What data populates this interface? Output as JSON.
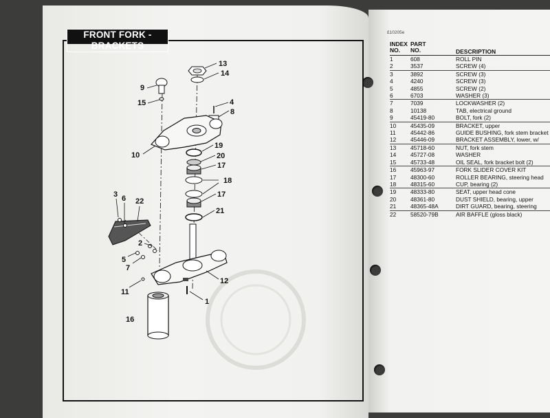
{
  "left_page": {
    "title": "FRONT FORK - BRACKETS",
    "callouts": [
      "13",
      "14",
      "9",
      "15",
      "4",
      "8",
      "10",
      "19",
      "20",
      "17",
      "18",
      "17",
      "21",
      "3",
      "6",
      "22",
      "2",
      "5",
      "7",
      "11",
      "12",
      "1",
      "16"
    ]
  },
  "right_page": {
    "doc_id": "£10205e",
    "table": {
      "headers": {
        "index": [
          "INDEX",
          "NO."
        ],
        "part": [
          "PART",
          "NO."
        ],
        "description": "DESCRIPTION"
      },
      "rows": [
        {
          "index": "1",
          "part": "608",
          "desc": "ROLL PIN"
        },
        {
          "index": "2",
          "part": "3537",
          "desc": "SCREW (4)"
        },
        {
          "index": "3",
          "part": "3892",
          "desc": "SCREW (3)"
        },
        {
          "index": "4",
          "part": "4240",
          "desc": "SCREW (3)"
        },
        {
          "index": "5",
          "part": "4855",
          "desc": "SCREW (2)"
        },
        {
          "index": "6",
          "part": "6703",
          "desc": "WASHER (3)"
        },
        {
          "index": "7",
          "part": "7039",
          "desc": "LOCKWASHER (2)"
        },
        {
          "index": "8",
          "part": "10138",
          "desc": "TAB, electrical ground"
        },
        {
          "index": "9",
          "part": "45419-80",
          "desc": "BOLT, fork (2)"
        },
        {
          "index": "10",
          "part": "45435-09",
          "desc": "BRACKET, upper"
        },
        {
          "index": "11",
          "part": "45442-86",
          "desc": "GUIDE BUSHING, fork stem bracket"
        },
        {
          "index": "12",
          "part": "45446-09",
          "desc": "BRACKET ASSEMBLY, lower, w/"
        },
        {
          "index": "13",
          "part": "45718-60",
          "desc": "NUT, fork stem"
        },
        {
          "index": "14",
          "part": "45727-08",
          "desc": "WASHER"
        },
        {
          "index": "15",
          "part": "45733-48",
          "desc": "OIL SEAL, fork bracket bolt (2)"
        },
        {
          "index": "16",
          "part": "45963-97",
          "desc": "FORK SLIDER COVER KIT"
        },
        {
          "index": "17",
          "part": "48300-60",
          "desc": "ROLLER BEARING, steering head"
        },
        {
          "index": "18",
          "part": "48315-60",
          "desc": "CUP, bearing (2)"
        },
        {
          "index": "19",
          "part": "48333-80",
          "desc": "SEAT, upper head cone"
        },
        {
          "index": "20",
          "part": "48361-80",
          "desc": "DUST SHIELD, bearing, upper"
        },
        {
          "index": "21",
          "part": "48365-48A",
          "desc": "DIRT GUARD, bearing, steering"
        },
        {
          "index": "22",
          "part": "58520-79B",
          "desc": "AIR BAFFLE (gloss black)"
        }
      ]
    }
  }
}
